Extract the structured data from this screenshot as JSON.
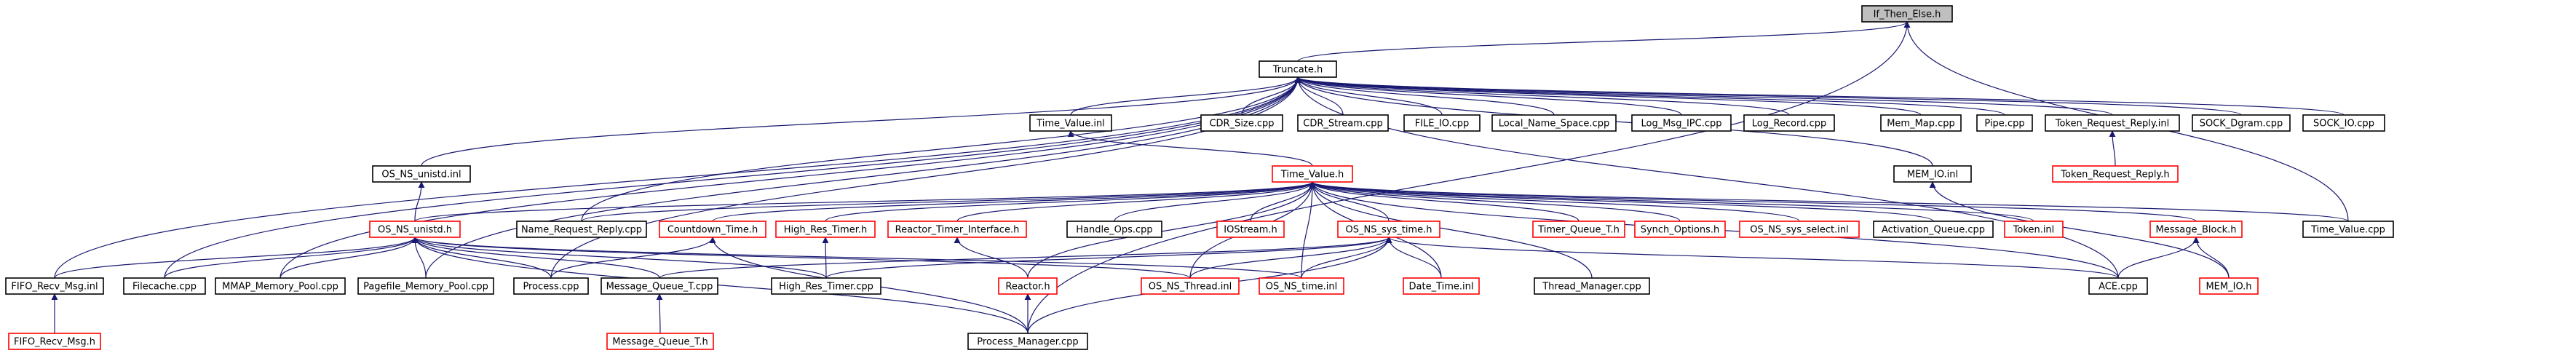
{
  "diagram": {
    "kind": "include-dependency-graph",
    "colors": {
      "edge": "#191970",
      "node_border": "#000000",
      "node_border_incomplete": "#ff0000",
      "root_fill": "#bfbfbf"
    },
    "nodes": [
      {
        "id": "if_then_else_h",
        "label": "If_Then_Else.h",
        "style": "root"
      },
      {
        "id": "truncate_h",
        "label": "Truncate.h",
        "style": "normal"
      },
      {
        "id": "time_value_inl",
        "label": "Time_Value.inl",
        "style": "normal"
      },
      {
        "id": "cdr_size_cpp",
        "label": "CDR_Size.cpp",
        "style": "normal"
      },
      {
        "id": "cdr_stream_cpp",
        "label": "CDR_Stream.cpp",
        "style": "normal"
      },
      {
        "id": "file_io_cpp",
        "label": "FILE_IO.cpp",
        "style": "normal"
      },
      {
        "id": "local_name_space_cpp",
        "label": "Local_Name_Space.cpp",
        "style": "normal"
      },
      {
        "id": "log_msg_ipc_cpp",
        "label": "Log_Msg_IPC.cpp",
        "style": "normal"
      },
      {
        "id": "log_record_cpp",
        "label": "Log_Record.cpp",
        "style": "normal"
      },
      {
        "id": "mem_map_cpp",
        "label": "Mem_Map.cpp",
        "style": "normal"
      },
      {
        "id": "pipe_cpp",
        "label": "Pipe.cpp",
        "style": "normal"
      },
      {
        "id": "token_request_reply_inl",
        "label": "Token_Request_Reply.inl",
        "style": "normal"
      },
      {
        "id": "sock_dgram_cpp",
        "label": "SOCK_Dgram.cpp",
        "style": "normal"
      },
      {
        "id": "sock_io_cpp",
        "label": "SOCK_IO.cpp",
        "style": "normal"
      },
      {
        "id": "token_request_reply_h",
        "label": "Token_Request_Reply.h",
        "style": "incomplete"
      },
      {
        "id": "os_ns_unistd_inl",
        "label": "OS_NS_unistd.inl",
        "style": "normal"
      },
      {
        "id": "mem_io_inl",
        "label": "MEM_IO.inl",
        "style": "normal"
      },
      {
        "id": "time_value_h",
        "label": "Time_Value.h",
        "style": "incomplete"
      },
      {
        "id": "os_ns_unistd_h",
        "label": "OS_NS_unistd.h",
        "style": "incomplete"
      },
      {
        "id": "name_request_reply_cpp",
        "label": "Name_Request_Reply.cpp",
        "style": "normal"
      },
      {
        "id": "countdown_time_h",
        "label": "Countdown_Time.h",
        "style": "incomplete"
      },
      {
        "id": "high_res_timer_h",
        "label": "High_Res_Timer.h",
        "style": "incomplete"
      },
      {
        "id": "reactor_timer_interface_h",
        "label": "Reactor_Timer_Interface.h",
        "style": "incomplete"
      },
      {
        "id": "handle_ops_cpp",
        "label": "Handle_Ops.cpp",
        "style": "normal"
      },
      {
        "id": "iostream_h",
        "label": "IOStream.h",
        "style": "incomplete"
      },
      {
        "id": "os_ns_sys_time_h",
        "label": "OS_NS_sys_time.h",
        "style": "incomplete"
      },
      {
        "id": "timer_queue_t_h",
        "label": "Timer_Queue_T.h",
        "style": "incomplete"
      },
      {
        "id": "synch_options_h",
        "label": "Synch_Options.h",
        "style": "incomplete"
      },
      {
        "id": "os_ns_sys_select_inl",
        "label": "OS_NS_sys_select.inl",
        "style": "incomplete"
      },
      {
        "id": "activation_queue_cpp",
        "label": "Activation_Queue.cpp",
        "style": "normal"
      },
      {
        "id": "token_inl",
        "label": "Token.inl",
        "style": "incomplete"
      },
      {
        "id": "message_block_h",
        "label": "Message_Block.h",
        "style": "incomplete"
      },
      {
        "id": "time_value_cpp",
        "label": "Time_Value.cpp",
        "style": "normal"
      },
      {
        "id": "fifo_recv_msg_inl",
        "label": "FIFO_Recv_Msg.inl",
        "style": "normal"
      },
      {
        "id": "filecache_cpp",
        "label": "Filecache.cpp",
        "style": "normal"
      },
      {
        "id": "mmap_memory_pool_cpp",
        "label": "MMAP_Memory_Pool.cpp",
        "style": "normal"
      },
      {
        "id": "pagefile_memory_pool_cpp",
        "label": "Pagefile_Memory_Pool.cpp",
        "style": "normal"
      },
      {
        "id": "process_cpp",
        "label": "Process.cpp",
        "style": "normal"
      },
      {
        "id": "message_queue_t_cpp",
        "label": "Message_Queue_T.cpp",
        "style": "normal"
      },
      {
        "id": "high_res_timer_cpp",
        "label": "High_Res_Timer.cpp",
        "style": "normal"
      },
      {
        "id": "reactor_h",
        "label": "Reactor.h",
        "style": "incomplete"
      },
      {
        "id": "os_ns_thread_inl",
        "label": "OS_NS_Thread.inl",
        "style": "incomplete"
      },
      {
        "id": "os_ns_time_inl",
        "label": "OS_NS_time.inl",
        "style": "incomplete"
      },
      {
        "id": "date_time_inl",
        "label": "Date_Time.inl",
        "style": "incomplete"
      },
      {
        "id": "thread_manager_cpp",
        "label": "Thread_Manager.cpp",
        "style": "normal"
      },
      {
        "id": "ace_cpp",
        "label": "ACE.cpp",
        "style": "normal"
      },
      {
        "id": "mem_io_h",
        "label": "MEM_IO.h",
        "style": "incomplete"
      },
      {
        "id": "fifo_recv_msg_h",
        "label": "FIFO_Recv_Msg.h",
        "style": "incomplete"
      },
      {
        "id": "message_queue_t_h",
        "label": "Message_Queue_T.h",
        "style": "incomplete"
      },
      {
        "id": "process_manager_cpp",
        "label": "Process_Manager.cpp",
        "style": "normal"
      }
    ],
    "edges": [
      [
        "truncate_h",
        "if_then_else_h"
      ],
      [
        "time_value_cpp",
        "if_then_else_h"
      ],
      [
        "process_manager_cpp",
        "if_then_else_h"
      ],
      [
        "time_value_inl",
        "truncate_h"
      ],
      [
        "cdr_size_cpp",
        "truncate_h"
      ],
      [
        "cdr_stream_cpp",
        "truncate_h"
      ],
      [
        "file_io_cpp",
        "truncate_h"
      ],
      [
        "local_name_space_cpp",
        "truncate_h"
      ],
      [
        "log_msg_ipc_cpp",
        "truncate_h"
      ],
      [
        "log_record_cpp",
        "truncate_h"
      ],
      [
        "mem_map_cpp",
        "truncate_h"
      ],
      [
        "pipe_cpp",
        "truncate_h"
      ],
      [
        "token_request_reply_inl",
        "truncate_h"
      ],
      [
        "sock_dgram_cpp",
        "truncate_h"
      ],
      [
        "sock_io_cpp",
        "truncate_h"
      ],
      [
        "os_ns_unistd_inl",
        "truncate_h"
      ],
      [
        "mem_io_inl",
        "truncate_h"
      ],
      [
        "name_request_reply_cpp",
        "truncate_h"
      ],
      [
        "fifo_recv_msg_inl",
        "truncate_h"
      ],
      [
        "filecache_cpp",
        "truncate_h"
      ],
      [
        "mmap_memory_pool_cpp",
        "truncate_h"
      ],
      [
        "pagefile_memory_pool_cpp",
        "truncate_h"
      ],
      [
        "process_cpp",
        "truncate_h"
      ],
      [
        "ace_cpp",
        "truncate_h"
      ],
      [
        "token_request_reply_h",
        "token_request_reply_inl"
      ],
      [
        "time_value_h",
        "time_value_inl"
      ],
      [
        "os_ns_unistd_h",
        "os_ns_unistd_inl"
      ],
      [
        "mem_io_h",
        "mem_io_inl"
      ],
      [
        "os_ns_unistd_h",
        "time_value_h"
      ],
      [
        "name_request_reply_cpp",
        "time_value_h"
      ],
      [
        "countdown_time_h",
        "time_value_h"
      ],
      [
        "high_res_timer_h",
        "time_value_h"
      ],
      [
        "reactor_timer_interface_h",
        "time_value_h"
      ],
      [
        "handle_ops_cpp",
        "time_value_h"
      ],
      [
        "iostream_h",
        "time_value_h"
      ],
      [
        "os_ns_sys_time_h",
        "time_value_h"
      ],
      [
        "timer_queue_t_h",
        "time_value_h"
      ],
      [
        "synch_options_h",
        "time_value_h"
      ],
      [
        "os_ns_sys_select_inl",
        "time_value_h"
      ],
      [
        "activation_queue_cpp",
        "time_value_h"
      ],
      [
        "token_inl",
        "time_value_h"
      ],
      [
        "message_block_h",
        "time_value_h"
      ],
      [
        "time_value_cpp",
        "time_value_h"
      ],
      [
        "reactor_h",
        "time_value_h"
      ],
      [
        "os_ns_thread_inl",
        "time_value_h"
      ],
      [
        "os_ns_time_inl",
        "time_value_h"
      ],
      [
        "date_time_inl",
        "time_value_h"
      ],
      [
        "thread_manager_cpp",
        "time_value_h"
      ],
      [
        "ace_cpp",
        "time_value_h"
      ],
      [
        "fifo_recv_msg_inl",
        "os_ns_unistd_h"
      ],
      [
        "filecache_cpp",
        "os_ns_unistd_h"
      ],
      [
        "mmap_memory_pool_cpp",
        "os_ns_unistd_h"
      ],
      [
        "pagefile_memory_pool_cpp",
        "os_ns_unistd_h"
      ],
      [
        "process_cpp",
        "os_ns_unistd_h"
      ],
      [
        "message_queue_t_cpp",
        "os_ns_unistd_h"
      ],
      [
        "high_res_timer_cpp",
        "os_ns_unistd_h"
      ],
      [
        "os_ns_thread_inl",
        "os_ns_unistd_h"
      ],
      [
        "os_ns_time_inl",
        "os_ns_unistd_h"
      ],
      [
        "process_manager_cpp",
        "os_ns_unistd_h"
      ],
      [
        "process_cpp",
        "countdown_time_h"
      ],
      [
        "process_manager_cpp",
        "countdown_time_h"
      ],
      [
        "high_res_timer_cpp",
        "high_res_timer_h"
      ],
      [
        "reactor_h",
        "reactor_timer_interface_h"
      ],
      [
        "message_queue_t_cpp",
        "os_ns_sys_time_h"
      ],
      [
        "high_res_timer_cpp",
        "os_ns_sys_time_h"
      ],
      [
        "os_ns_thread_inl",
        "os_ns_sys_time_h"
      ],
      [
        "os_ns_time_inl",
        "os_ns_sys_time_h"
      ],
      [
        "date_time_inl",
        "os_ns_sys_time_h"
      ],
      [
        "ace_cpp",
        "os_ns_sys_time_h"
      ],
      [
        "process_manager_cpp",
        "os_ns_sys_time_h"
      ],
      [
        "ace_cpp",
        "message_block_h"
      ],
      [
        "mem_io_h",
        "message_block_h"
      ],
      [
        "fifo_recv_msg_h",
        "fifo_recv_msg_inl"
      ],
      [
        "message_queue_t_h",
        "message_queue_t_cpp"
      ],
      [
        "process_manager_cpp",
        "reactor_h"
      ]
    ]
  }
}
